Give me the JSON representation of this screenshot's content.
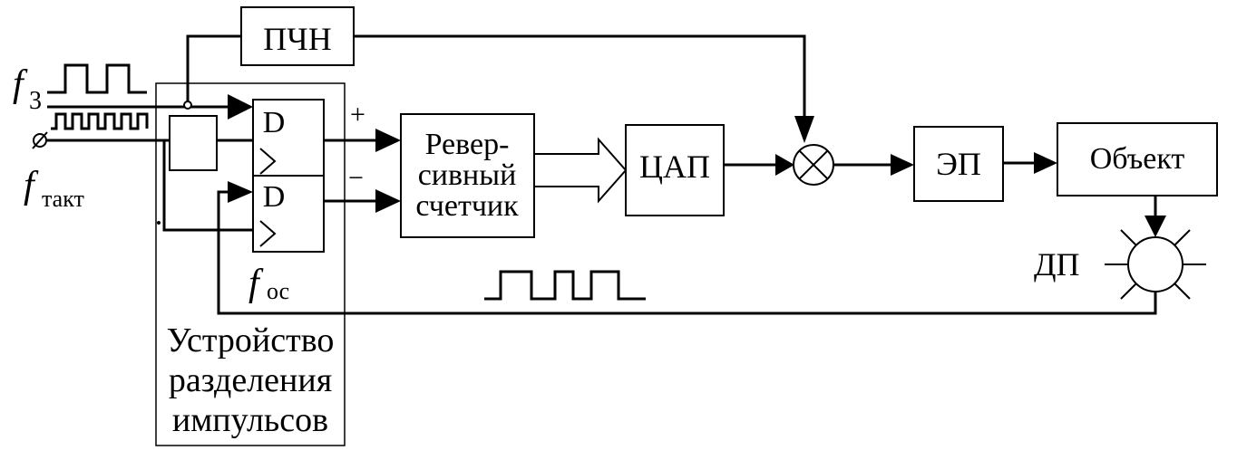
{
  "blocks": {
    "pchn": "ПЧН",
    "d_top": "D",
    "d_bottom": "D",
    "reversible_counter": [
      "Ревер-",
      "сивный",
      "счетчик"
    ],
    "dac": "ЦАП",
    "ep": "ЭП",
    "object": "Объект",
    "dp": "ДП",
    "separation_device": [
      "Устройство",
      "разделения",
      "импульсов"
    ]
  },
  "labels": {
    "f3_main": "f",
    "f3_sub": "3",
    "ftakt_main": "f",
    "ftakt_sub": "такт",
    "foc_main": "f",
    "foc_sub": "ос",
    "plus": "+",
    "minus": "−"
  }
}
